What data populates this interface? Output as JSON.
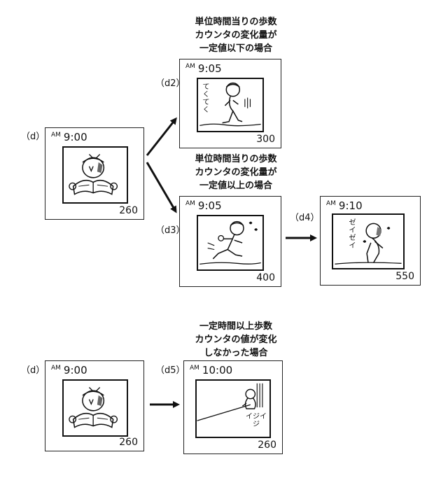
{
  "top": {
    "label_d": "（d）",
    "label_d2": "（d2）",
    "label_d3": "（d3）",
    "label_d4": "（d4）",
    "caption_low": "単位時間当りの歩数\nカウンタの変化量が\n一定値以下の場合",
    "caption_high": "単位時間当りの歩数\nカウンタの変化量が\n一定値以上の場合",
    "panel_d": {
      "am": "AM",
      "time": "9:00",
      "steps": "260"
    },
    "panel_d2": {
      "am": "AM",
      "time": "9:05",
      "steps": "300",
      "sfx": "てくてく"
    },
    "panel_d3": {
      "am": "AM",
      "time": "9:05",
      "steps": "400"
    },
    "panel_d4": {
      "am": "AM",
      "time": "9:10",
      "steps": "550",
      "sfx": "ゼイゼイ"
    }
  },
  "bottom": {
    "label_d": "（d）",
    "label_d5": "（d5）",
    "caption_idle": "一定時間以上歩数\nカウンタの値が変化\nしなかった場合",
    "panel_d": {
      "am": "AM",
      "time": "9:00",
      "steps": "260"
    },
    "panel_d5": {
      "am": "AM",
      "time": "10:00",
      "steps": "260",
      "sfx": "イジイジ"
    }
  }
}
